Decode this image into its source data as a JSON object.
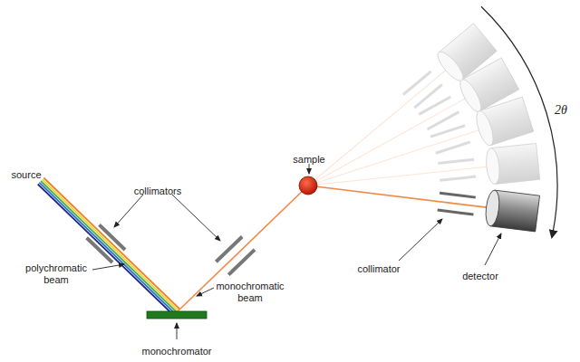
{
  "diagram": {
    "labels": [
      "source",
      "collimators",
      "polychromatic beam",
      "monochromatic beam",
      "monochromator",
      "sample",
      "collimator",
      "detector",
      "2θ"
    ]
  }
}
